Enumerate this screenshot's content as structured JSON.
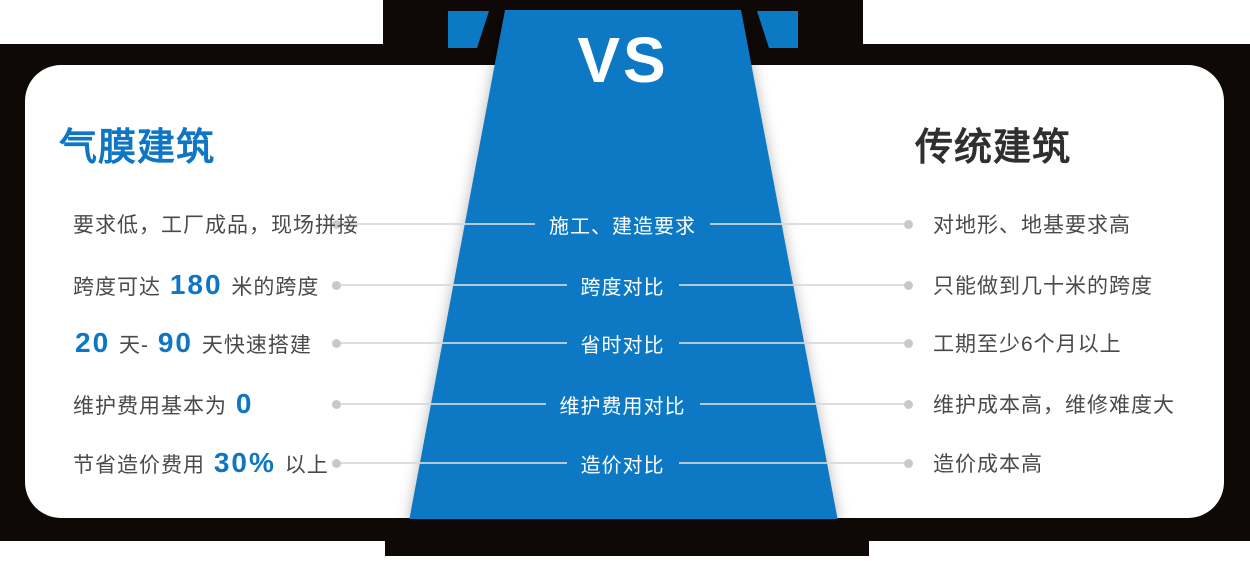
{
  "vs_label": "VS",
  "left_column": {
    "title": "气膜建筑"
  },
  "right_column": {
    "title": "传统建筑"
  },
  "rows": [
    {
      "left_segments": [
        {
          "text": "要求低，工厂成品，现场拼接",
          "em": false
        }
      ],
      "center": "施工、建造要求",
      "right": "对地形、地基要求高"
    },
    {
      "left_segments": [
        {
          "text": "跨度可达 ",
          "em": false
        },
        {
          "text": "180",
          "em": true
        },
        {
          "text": " 米的跨度",
          "em": false
        }
      ],
      "center": "跨度对比",
      "right": "只能做到几十米的跨度"
    },
    {
      "left_segments": [
        {
          "text": "20",
          "em": true
        },
        {
          "text": " 天- ",
          "em": false
        },
        {
          "text": "90",
          "em": true
        },
        {
          "text": " 天快速搭建",
          "em": false
        }
      ],
      "center": "省时对比",
      "right": "工期至少6个月以上"
    },
    {
      "left_segments": [
        {
          "text": "维护费用基本为 ",
          "em": false
        },
        {
          "text": "0",
          "em": true
        }
      ],
      "center": "维护费用对比",
      "right": "维护成本高，维修难度大"
    },
    {
      "left_segments": [
        {
          "text": "节省造价费用 ",
          "em": false
        },
        {
          "text": "30%",
          "em": true
        },
        {
          "text": " 以上",
          "em": false
        }
      ],
      "center": "造价对比",
      "right": "造价成本高"
    }
  ],
  "colors": {
    "blue": "#0b79c4",
    "black": "#0e0806",
    "accent": "#0e76c4",
    "title_dark": "#2f2f2f",
    "text_gray": "#4a4a4a",
    "line_gray": "#d4d8db",
    "dot_gray": "#c6cacd"
  }
}
